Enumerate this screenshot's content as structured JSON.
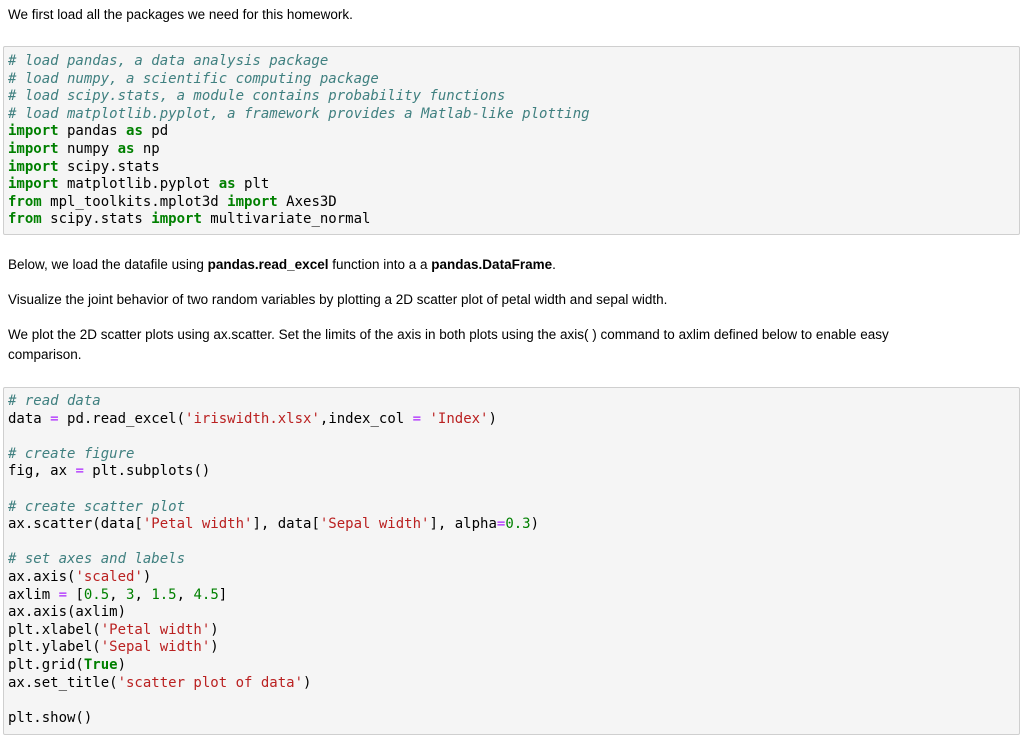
{
  "intro_text": "We first load all the packages we need for this homework.",
  "cell1": {
    "lines": [
      [
        {
          "t": "# load pandas, a data analysis package",
          "c": "c"
        }
      ],
      [
        {
          "t": "# load numpy, a scientific computing package",
          "c": "c"
        }
      ],
      [
        {
          "t": "# load scipy.stats, a module contains probability functions",
          "c": "c"
        }
      ],
      [
        {
          "t": "# load matplotlib.pyplot, a framework provides a Matlab-like plotting",
          "c": "c"
        }
      ],
      [
        {
          "t": "import",
          "c": "k"
        },
        {
          "t": " pandas "
        },
        {
          "t": "as",
          "c": "k"
        },
        {
          "t": " pd"
        }
      ],
      [
        {
          "t": "import",
          "c": "k"
        },
        {
          "t": " numpy "
        },
        {
          "t": "as",
          "c": "k"
        },
        {
          "t": " np"
        }
      ],
      [
        {
          "t": "import",
          "c": "k"
        },
        {
          "t": " scipy.stats"
        }
      ],
      [
        {
          "t": "import",
          "c": "k"
        },
        {
          "t": " matplotlib.pyplot "
        },
        {
          "t": "as",
          "c": "k"
        },
        {
          "t": " plt"
        }
      ],
      [
        {
          "t": "from",
          "c": "k"
        },
        {
          "t": " mpl_toolkits.mplot3d "
        },
        {
          "t": "import",
          "c": "k"
        },
        {
          "t": " Axes3D"
        }
      ],
      [
        {
          "t": "from",
          "c": "k"
        },
        {
          "t": " scipy.stats "
        },
        {
          "t": "import",
          "c": "k"
        },
        {
          "t": " multivariate_normal"
        }
      ]
    ]
  },
  "para1": {
    "pre": "Below, we load the datafile using ",
    "bold1": "pandas.read_excel",
    "mid": " function into a a ",
    "bold2": "pandas.DataFrame",
    "post": "."
  },
  "para2": "Visualize the joint behavior of two random variables by plotting a 2D scatter plot of petal width and sepal width.",
  "para3": {
    "line1": "We plot the 2D scatter plots using ax.scatter. Set the limits of the axis in both plots using the axis( ) command to axlim defined below to enable easy",
    "line2": "comparison."
  },
  "cell2": {
    "lines": [
      [
        {
          "t": "# read data",
          "c": "c"
        }
      ],
      [
        {
          "t": "data "
        },
        {
          "t": "=",
          "c": "o"
        },
        {
          "t": " pd.read_excel("
        },
        {
          "t": "'iriswidth.xlsx'",
          "c": "s"
        },
        {
          "t": ",index_col "
        },
        {
          "t": "=",
          "c": "o"
        },
        {
          "t": " "
        },
        {
          "t": "'Index'",
          "c": "s"
        },
        {
          "t": ")"
        }
      ],
      [],
      [
        {
          "t": "# create figure",
          "c": "c"
        }
      ],
      [
        {
          "t": "fig, ax "
        },
        {
          "t": "=",
          "c": "o"
        },
        {
          "t": " plt.subplots()"
        }
      ],
      [],
      [
        {
          "t": "# create scatter plot",
          "c": "c"
        }
      ],
      [
        {
          "t": "ax.scatter(data["
        },
        {
          "t": "'Petal width'",
          "c": "s"
        },
        {
          "t": "], data["
        },
        {
          "t": "'Sepal width'",
          "c": "s"
        },
        {
          "t": "], alpha"
        },
        {
          "t": "=",
          "c": "o"
        },
        {
          "t": "0.3",
          "c": "n"
        },
        {
          "t": ")"
        }
      ],
      [],
      [
        {
          "t": "# set axes and labels",
          "c": "c"
        }
      ],
      [
        {
          "t": "ax.axis("
        },
        {
          "t": "'scaled'",
          "c": "s"
        },
        {
          "t": ")"
        }
      ],
      [
        {
          "t": "axlim "
        },
        {
          "t": "=",
          "c": "o"
        },
        {
          "t": " ["
        },
        {
          "t": "0.5",
          "c": "n"
        },
        {
          "t": ", "
        },
        {
          "t": "3",
          "c": "n"
        },
        {
          "t": ", "
        },
        {
          "t": "1.5",
          "c": "n"
        },
        {
          "t": ", "
        },
        {
          "t": "4.5",
          "c": "n"
        },
        {
          "t": "]"
        }
      ],
      [
        {
          "t": "ax.axis(axlim)"
        }
      ],
      [
        {
          "t": "plt.xlabel("
        },
        {
          "t": "'Petal width'",
          "c": "s"
        },
        {
          "t": ")"
        }
      ],
      [
        {
          "t": "plt.ylabel("
        },
        {
          "t": "'Sepal width'",
          "c": "s"
        },
        {
          "t": ")"
        }
      ],
      [
        {
          "t": "plt.grid("
        },
        {
          "t": "True",
          "c": "kc"
        },
        {
          "t": ")"
        }
      ],
      [
        {
          "t": "ax.set_title("
        },
        {
          "t": "'scatter plot of data'",
          "c": "s"
        },
        {
          "t": ")"
        }
      ],
      [],
      [
        {
          "t": "plt.show()"
        }
      ]
    ]
  }
}
